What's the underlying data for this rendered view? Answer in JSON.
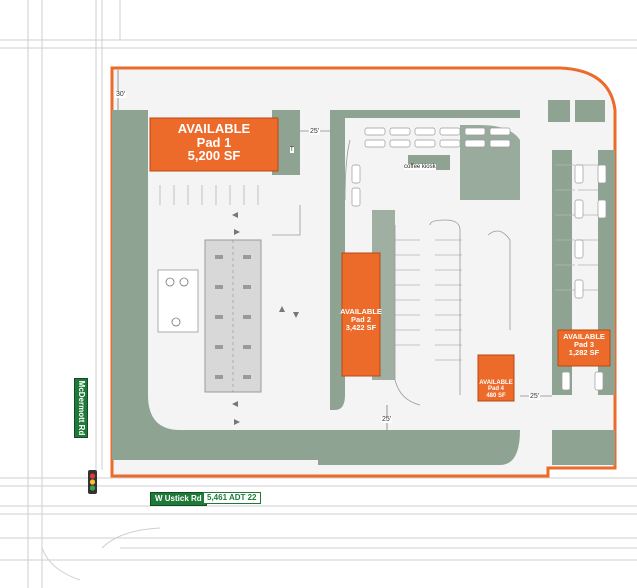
{
  "pads": [
    {
      "status": "AVAILABLE",
      "name": "Pad 1",
      "area": "5,200 SF"
    },
    {
      "status": "AVAILABLE",
      "name": "Pad 2",
      "area": "3,422 SF"
    },
    {
      "status": "AVAILABLE",
      "name": "Pad 3",
      "area": "1,282 SF"
    },
    {
      "status": "AVAILABLE",
      "name": "Pad 4",
      "area": "480 SF"
    }
  ],
  "dimensions": {
    "north_setback": "30'",
    "drive_top": "25'",
    "drive_bottom": "25'",
    "drive_right": "25'"
  },
  "labels": {
    "kiosk": "coffee kiosk",
    "trash": "T"
  },
  "streets": {
    "west": "McDermott Rd",
    "south": "W Ustick Rd",
    "south_traffic": "5,461 ADT 22"
  },
  "colors": {
    "pad": "#ec6a2a",
    "boundary": "#ec6a2a",
    "landscape": "#8fa393",
    "street_sign": "#1f7a3a"
  }
}
